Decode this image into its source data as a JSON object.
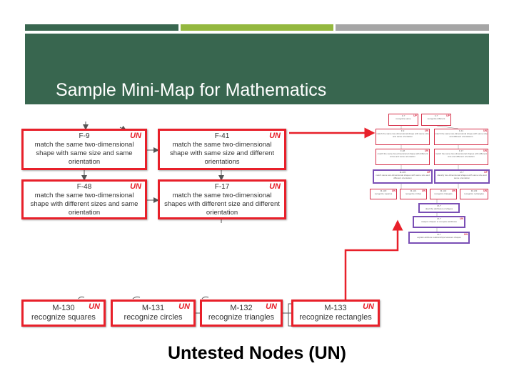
{
  "slide": {
    "title": "Sample Mini-Map for Mathematics",
    "footer": "Untested Nodes (UN)"
  },
  "colors": {
    "header_green": "#38664f",
    "bar_green": "#94b83f",
    "bar_gray": "#a5a5a5",
    "node_border_red": "#e8202a",
    "thumb_purple": "#7a4fb5"
  },
  "main_nodes": [
    {
      "id": "F-9",
      "status": "UN",
      "text": "match the same two-dimensional shape with same size and same orientation"
    },
    {
      "id": "F-41",
      "status": "UN",
      "text": "match the same two-dimensional shape with same size and different orientations"
    },
    {
      "id": "F-48",
      "status": "UN",
      "text": "match the same two-dimensional shape with different sizes and same orientation"
    },
    {
      "id": "F-17",
      "status": "UN",
      "text": "match the same two-dimensional shapes with different size and different orientation"
    }
  ],
  "bottom_nodes": [
    {
      "id": "M-130",
      "status": "UN",
      "text": "recognize squares"
    },
    {
      "id": "M-131",
      "status": "UN",
      "text": "recognize circles"
    },
    {
      "id": "M-132",
      "status": "UN",
      "text": "recognize triangles"
    },
    {
      "id": "M-133",
      "status": "UN",
      "text": "recognize rectangles"
    }
  ],
  "thumbnail_nodes": [
    {
      "id": "F-?",
      "status": "UP",
      "text": "recognize same"
    },
    {
      "id": "F-?",
      "status": "UP",
      "text": "recognize different"
    },
    {
      "id": "F-9",
      "status": "UN",
      "text": "match the same two-dimensional shape with same size and same orientation"
    },
    {
      "id": "F-41",
      "status": "UN",
      "text": "match the same two-dimensional shape with same size and different orientations"
    },
    {
      "id": "F-48",
      "status": "UN",
      "text": "match the same two-dimensional shape with different sizes and same orientation"
    },
    {
      "id": "F-17",
      "status": "UN",
      "text": "match the same two-dimensional shapes with different size and different orientation"
    },
    {
      "id": "M-205",
      "status": "UP",
      "text": "match same two-dimensional shapes with same size and different orientation"
    },
    {
      "id": "M-?",
      "status": "UP",
      "text": "classify two-dimensional shapes with same size and same orientation"
    },
    {
      "id": "M-130",
      "status": "UN",
      "text": "recognize squares"
    },
    {
      "id": "M-131",
      "status": "UN",
      "text": "recognize circles"
    },
    {
      "id": "M-132",
      "status": "UN",
      "text": "recognize triangles"
    },
    {
      "id": "M-133",
      "status": "UN",
      "text": "recognize rectangles"
    },
    {
      "id": "M-?",
      "status": "",
      "text": "describe attributes of shapes"
    },
    {
      "id": "M-?",
      "status": "UN",
      "text": "analyze shapes to compare attributes"
    },
    {
      "id": "M-?",
      "status": "UN",
      "text": "explain attribute relationships between shapes"
    }
  ]
}
